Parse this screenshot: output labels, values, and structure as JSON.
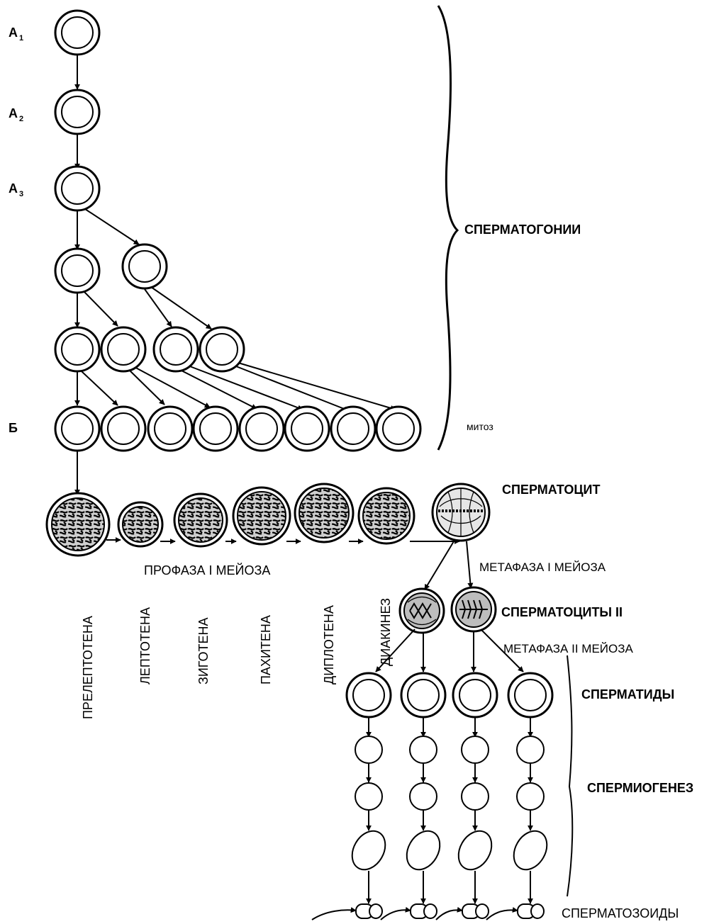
{
  "stage_labels": {
    "a1": "A",
    "a1_sub": "1",
    "a2": "A",
    "a2_sub": "2",
    "a3": "A",
    "a3_sub": "3",
    "b": "Б"
  },
  "labels": {
    "spermatogonia": "СПЕРМАТОГОНИИ",
    "mitosis": "митоз",
    "spermatocyte": "СПЕРМАТОЦИТ",
    "prophase": "ПРОФАЗА I МЕЙОЗА",
    "metaphase1": "МЕТАФАЗА I МЕЙОЗА",
    "spermatocytes2": "СПЕРМАТОЦИТЫ II",
    "metaphase2": "МЕТАФАЗА II МЕЙОЗА",
    "spermatids": "СПЕРМАТИДЫ",
    "spermiogenesis": "СПЕРМИОГЕНЕЗ",
    "spermatozoa": "СПЕРМАТОЗОИДЫ"
  },
  "prophase_stages": {
    "preleptotene": "ПРЕЛЕПТОТЕНА",
    "leptotene": "ЛЕПТОТЕНА",
    "zygotene": "ЗИГОТЕНА",
    "pachytene": "ПАХИТЕНА",
    "diplotene": "ДИПЛОТЕНА",
    "diakinesis": "ДИАКИНЕЗ"
  }
}
